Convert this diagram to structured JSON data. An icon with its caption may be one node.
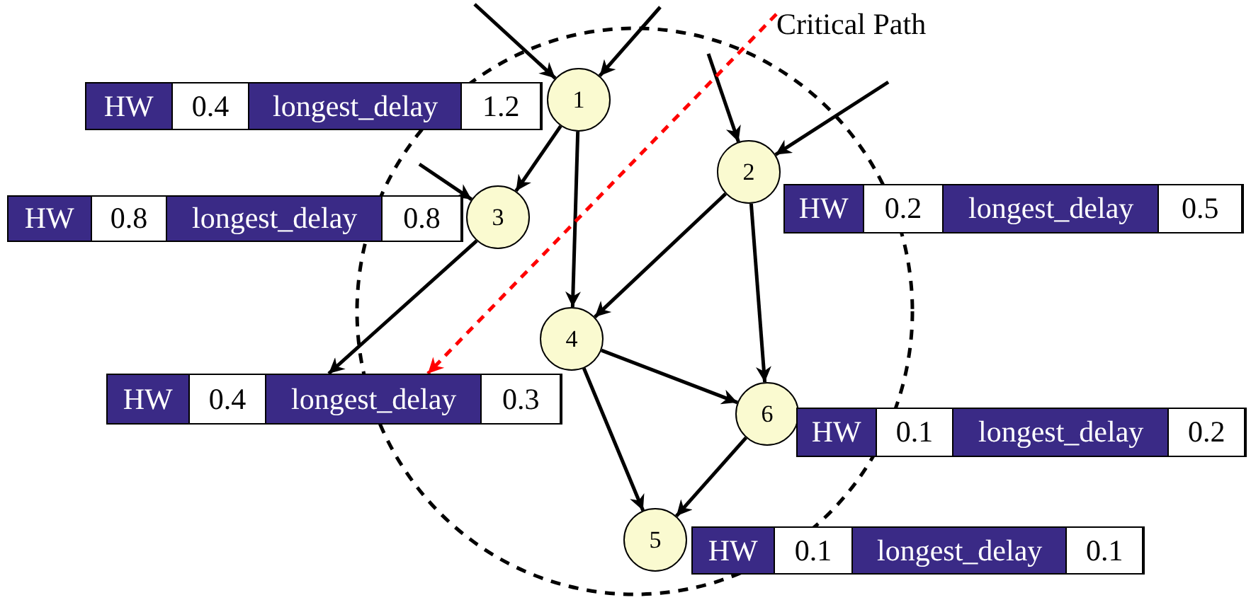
{
  "diagram": {
    "nodes": [
      {
        "text": [
          "Critical Path"
        ]
      },
      {
        "text": [
          "1"
        ]
      },
      {
        "text": [
          "HW",
          "0.4",
          "longest_delay",
          "1.2"
        ]
      },
      {
        "text": [
          "2"
        ]
      },
      {
        "text": [
          "HW",
          "0.2",
          "longest_delay",
          "0.5"
        ]
      },
      {
        "text": [
          "3"
        ]
      },
      {
        "text": [
          "HW",
          "0.8",
          "longest_delay",
          "0.8"
        ]
      },
      {
        "text": [
          "4"
        ]
      },
      {
        "text": [
          "HW",
          "0.4",
          "longest_delay",
          "0.3"
        ]
      },
      {
        "text": [
          "6"
        ]
      },
      {
        "text": [
          "HW",
          "0.1",
          "longest_delay",
          "0.2"
        ]
      },
      {
        "text": [
          "5"
        ]
      },
      {
        "text": [
          "HW",
          "0.1",
          "longest_delay",
          "0.1"
        ]
      }
    ],
    "edges": [
      {
        "from": null,
        "to": 1,
        "arrow": "to"
      },
      {
        "from": null,
        "to": 1,
        "arrow": "to"
      },
      {
        "from": null,
        "to": 5,
        "arrow": "to"
      },
      {
        "from": 1,
        "to": 5,
        "arrow": "to"
      },
      {
        "from": 1,
        "to": 7,
        "arrow": "to"
      },
      {
        "from": null,
        "to": 3,
        "arrow": "to"
      },
      {
        "from": null,
        "to": 3,
        "arrow": "to"
      },
      {
        "from": 3,
        "to": 7,
        "arrow": "to"
      },
      {
        "from": 3,
        "to": 9,
        "arrow": "to"
      },
      {
        "from": 7,
        "to": 9,
        "arrow": "to"
      },
      {
        "from": 7,
        "to": 11,
        "arrow": "to"
      },
      {
        "from": 9,
        "to": 11,
        "arrow": "to"
      },
      {
        "from": 5,
        "to": 8,
        "arrow": "to"
      },
      {
        "from": 0,
        "to": 8,
        "arrow": "to",
        "style": "dashed",
        "color": "#ff0000"
      }
    ]
  }
}
